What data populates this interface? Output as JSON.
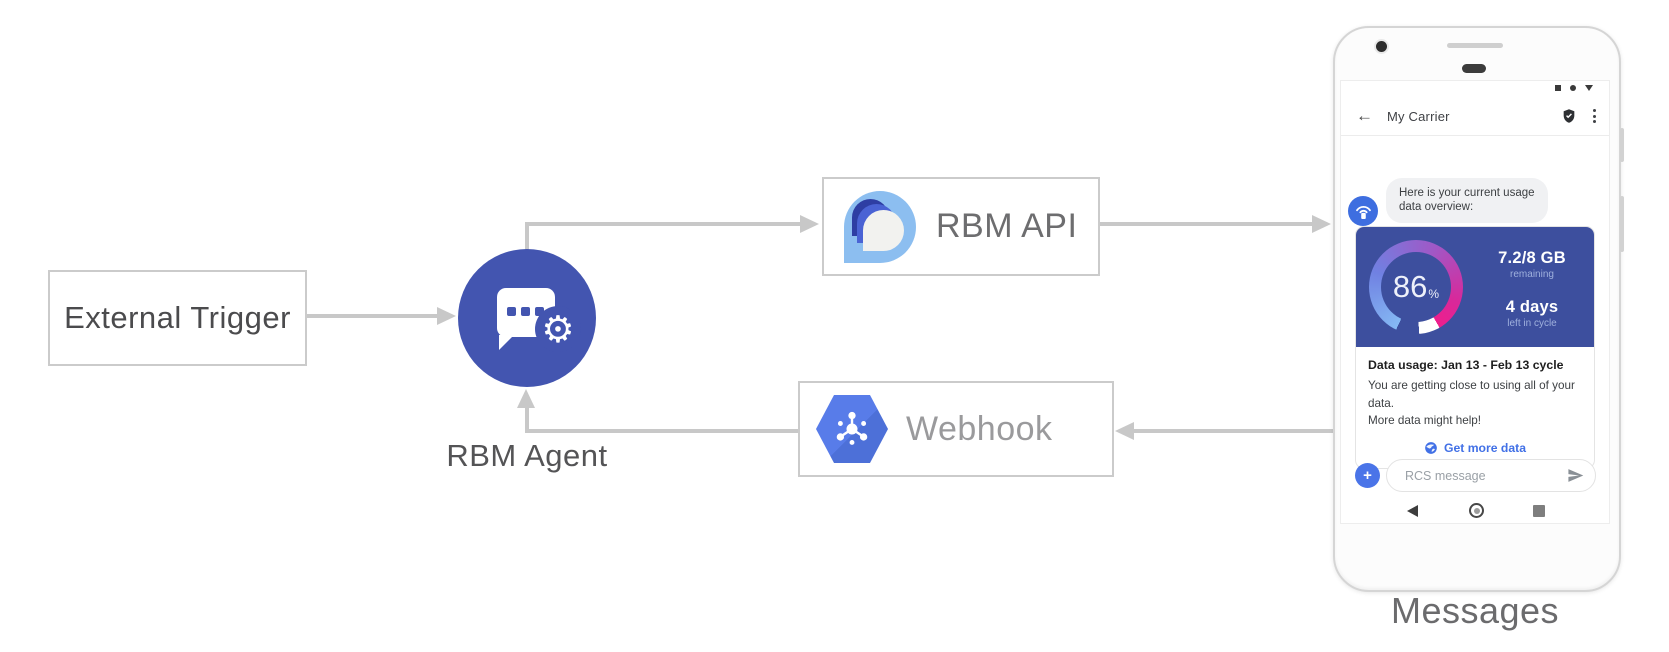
{
  "diagram": {
    "external_trigger": {
      "label": "External Trigger"
    },
    "rbm_agent": {
      "label": "RBM Agent"
    },
    "rbm_api": {
      "label": "RBM API"
    },
    "webhook": {
      "label": "Webhook"
    },
    "edges": [
      {
        "from": "external-trigger",
        "to": "rbm-agent"
      },
      {
        "from": "rbm-agent",
        "to": "rbm-api"
      },
      {
        "from": "rbm-api",
        "to": "phone"
      },
      {
        "from": "phone",
        "to": "webhook"
      },
      {
        "from": "webhook",
        "to": "rbm-agent"
      }
    ]
  },
  "phone": {
    "caption": "Messages",
    "header": {
      "back_glyph": "←",
      "title": "My Carrier"
    },
    "chat": {
      "message_line1": "Here is your current usage",
      "message_line2": "data overview:"
    },
    "card": {
      "gauge": {
        "percent": "86",
        "percent_sign": "%",
        "filled_fraction": 0.86
      },
      "stats": {
        "amount": "7.2/8 GB",
        "amount_label": "remaining",
        "days": "4 days",
        "days_label": "left in cycle"
      },
      "usage_title": "Data usage: Jan 13 - Feb 13 cycle",
      "usage_line1": "You are getting close to using all of your data.",
      "usage_line2": "More data might help!",
      "cta_label": "Get more data"
    },
    "composer": {
      "plus_glyph": "+",
      "placeholder": "RCS message"
    }
  },
  "icons": {
    "agent_gear_glyph": "⚙"
  },
  "colors": {
    "arrow": "#c8c8c8",
    "agent_circle": "#4355b0",
    "card_blue": "#3d4f9e",
    "avatar_blue": "#3e6ee0",
    "accent_blue": "#4170e6",
    "gauge_pink": "#ee1e8d",
    "gauge_light_blue": "#85b9f4"
  }
}
